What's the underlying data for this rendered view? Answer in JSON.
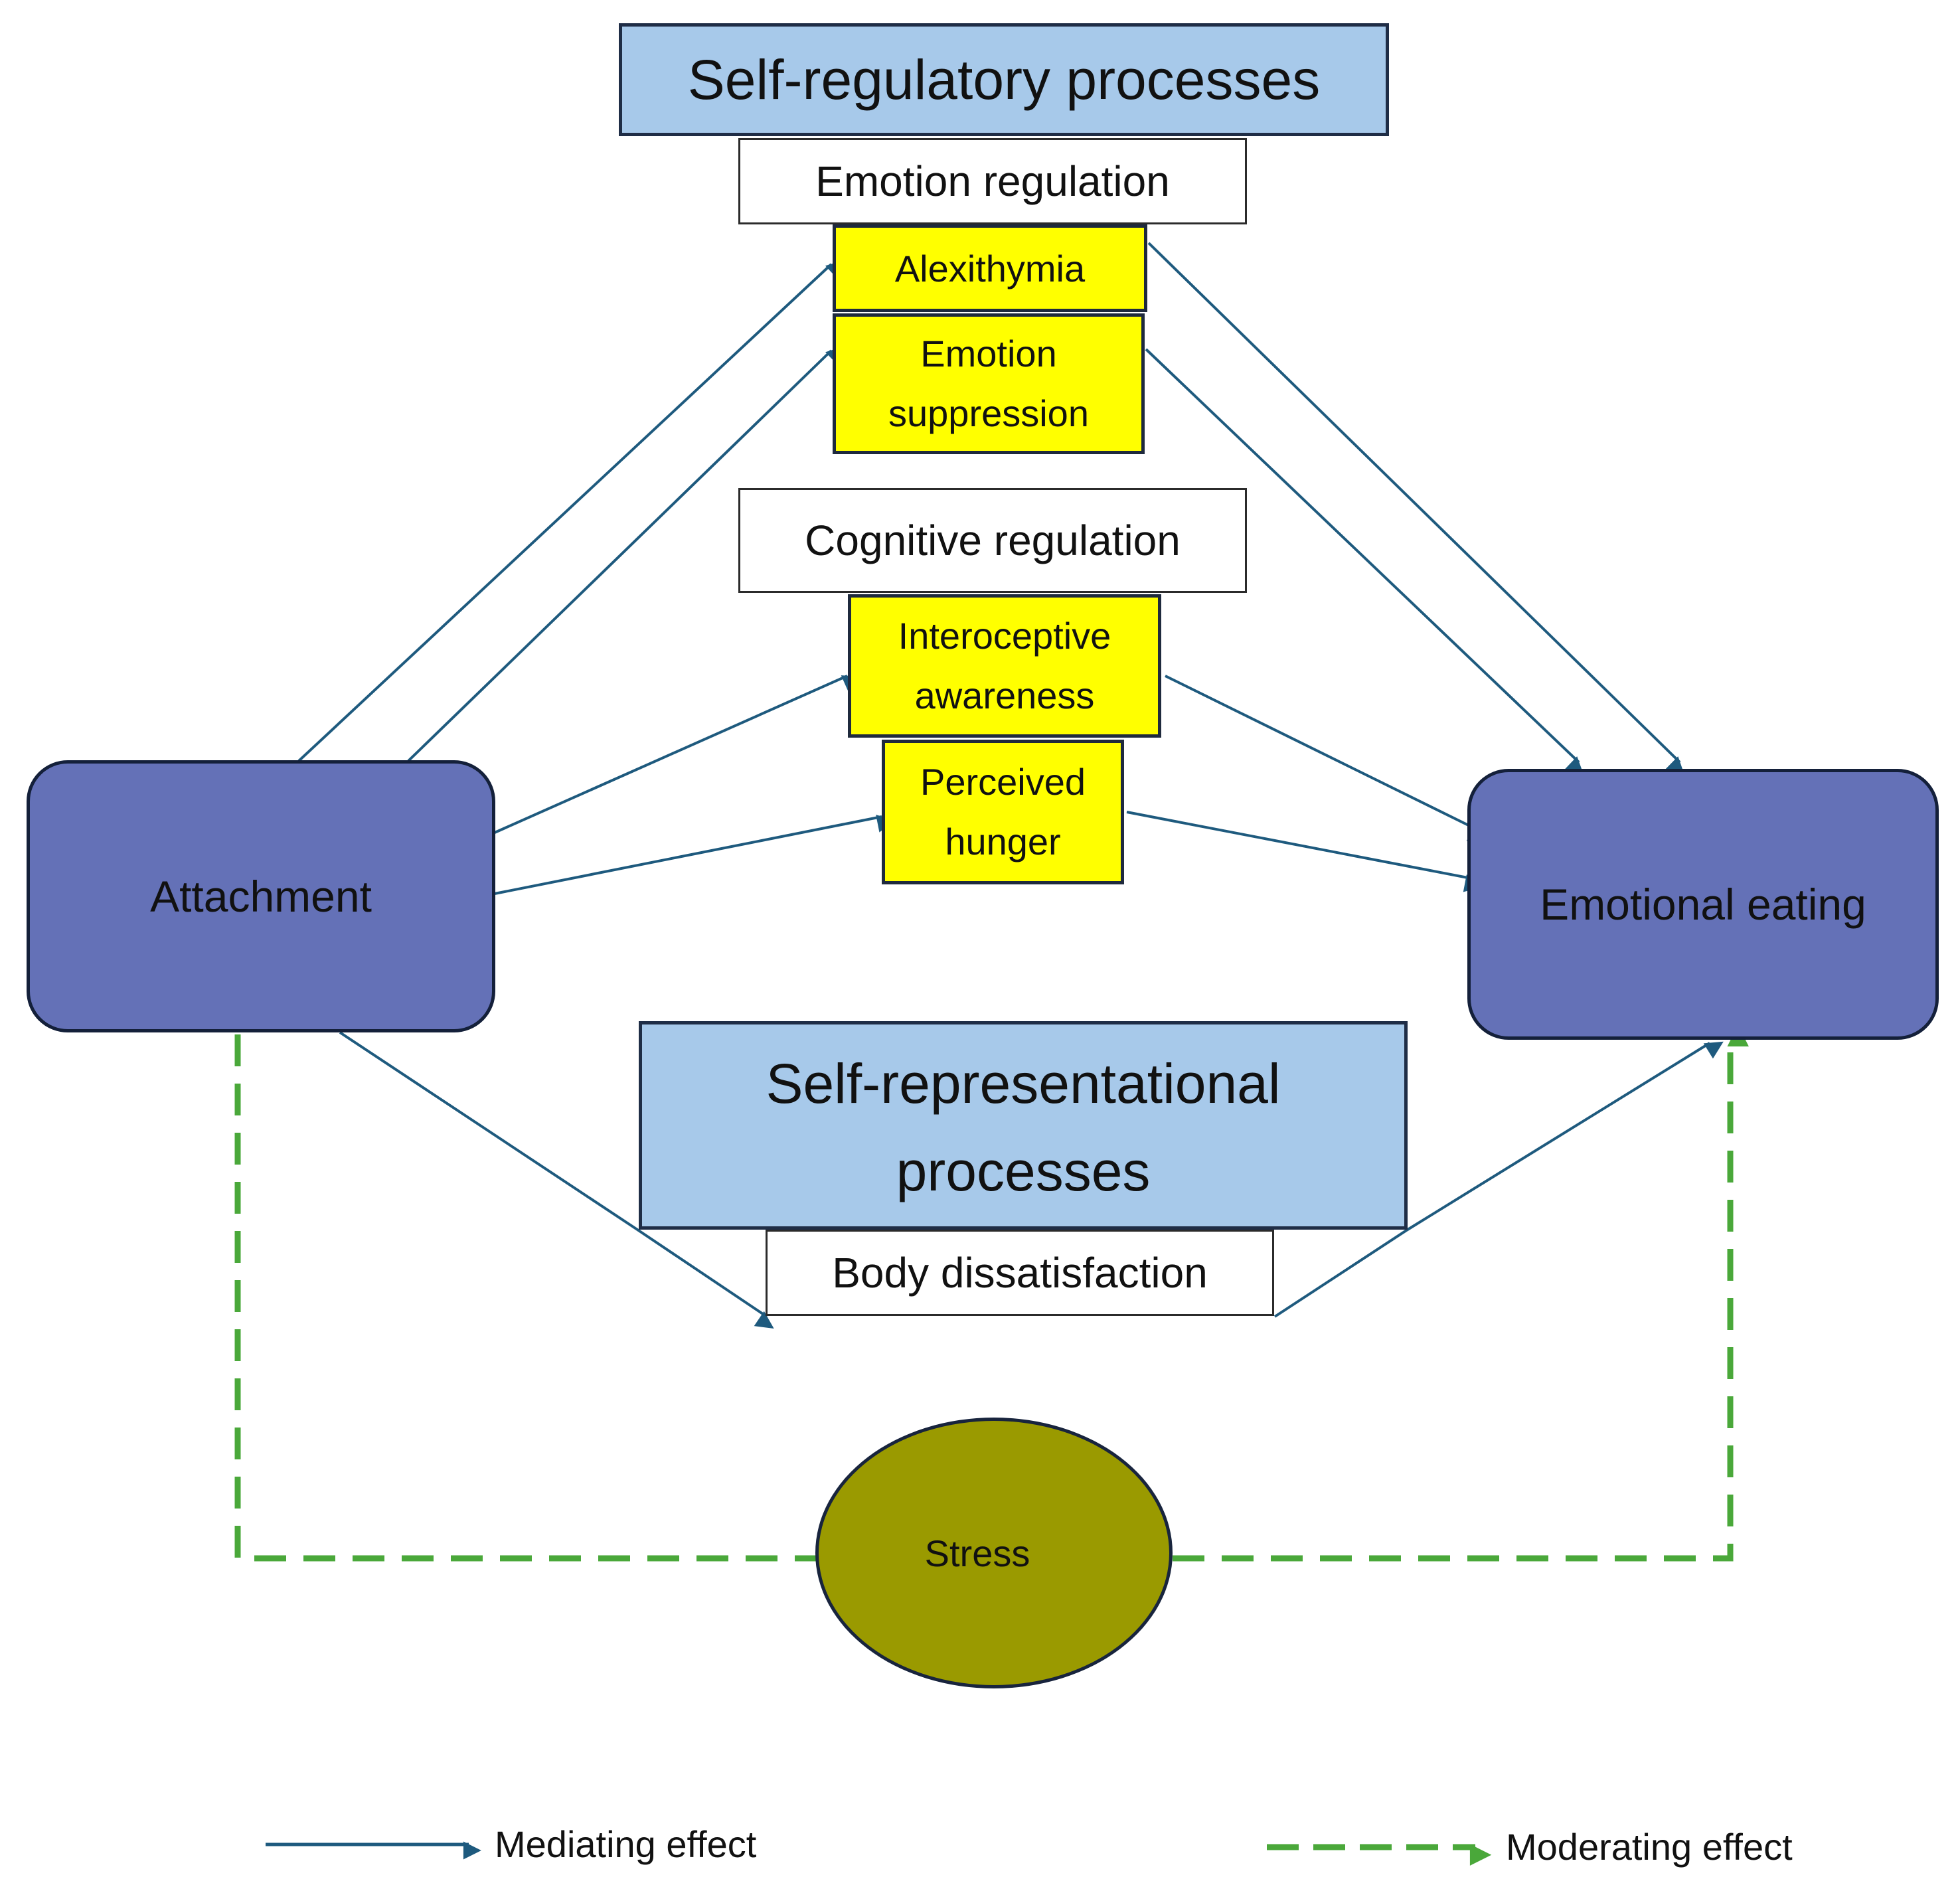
{
  "nodes": {
    "self_regulatory": "Self-regulatory processes",
    "emotion_regulation": "Emotion regulation",
    "alexithymia": "Alexithymia",
    "emotion_suppression": [
      "Emotion",
      "suppression"
    ],
    "cognitive_regulation": "Cognitive regulation",
    "interoceptive_awareness": [
      "Interoceptive",
      "awareness"
    ],
    "perceived_hunger": [
      "Perceived",
      "hunger"
    ],
    "attachment": "Attachment",
    "emotional_eating": "Emotional eating",
    "self_representational": [
      "Self-representational",
      "processes"
    ],
    "body_dissatisfaction": "Body dissatisfaction",
    "stress": "Stress"
  },
  "legend": {
    "mediating": "Mediating effect",
    "moderating": "Moderating effect"
  },
  "colors": {
    "mediating_arrow": "#1e5a7e",
    "moderating_arrow": "#4aa83a",
    "header_fill": "#a7c9ea",
    "mediator_fill": "#ffff00",
    "endpoint_fill": "#6471b7",
    "stress_fill": "#9a9a00"
  }
}
